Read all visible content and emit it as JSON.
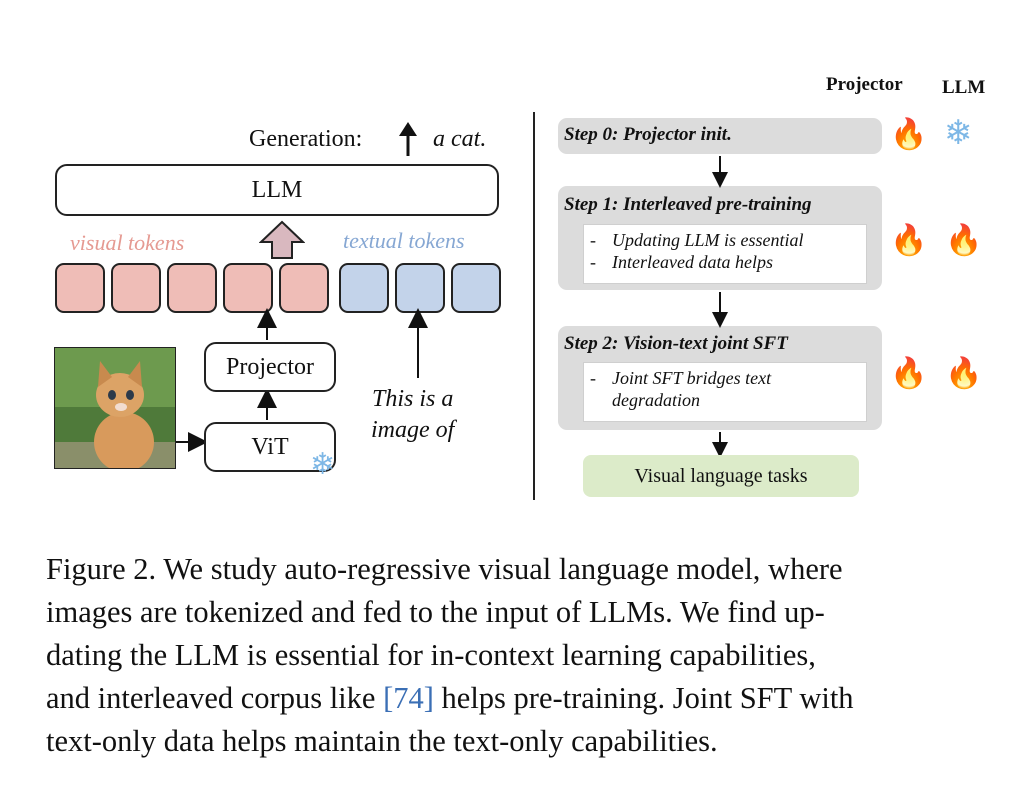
{
  "left": {
    "generation_label": "Generation:",
    "generation_output": "a cat.",
    "llm_label": "LLM",
    "visual_tokens_label": "visual tokens",
    "textual_tokens_label": "textual tokens",
    "projector_label": "Projector",
    "vit_label": "ViT",
    "text_input_line1": "This is a",
    "text_input_line2": "image of",
    "colors": {
      "visual": "#efbdb7",
      "textual": "#c3d3ea",
      "visual_text": "#e59a92",
      "textual_text": "#86a7d3"
    }
  },
  "right": {
    "col_projector": "Projector",
    "col_llm": "LLM",
    "steps": [
      {
        "title": "Step 0: Projector init.",
        "bullets": [],
        "projector_icon": "fire-icon",
        "llm_icon": "snowflake-icon"
      },
      {
        "title": "Step 1: Interleaved pre-training",
        "bullets": [
          "Updating LLM is essential",
          "Interleaved data helps"
        ],
        "projector_icon": "fire-icon",
        "llm_icon": "fire-icon"
      },
      {
        "title": "Step 2: Vision-text joint SFT",
        "bullets": [
          "Joint SFT bridges text degradation"
        ],
        "bullet_lines": [
          "Joint SFT bridges text",
          "degradation"
        ],
        "projector_icon": "fire-icon",
        "llm_icon": "fire-icon"
      }
    ],
    "final_task": "Visual language tasks",
    "final_color": "#dcebc9"
  },
  "caption": {
    "lines": [
      "Figure 2. We study auto-regressive visual language model, where",
      "images are tokenized and fed to the input of LLMs.  We find up-",
      "dating the LLM is essential for in-context learning capabilities,",
      "helps pre-training. Joint SFT with",
      "text-only data helps maintain the text-only capabilities."
    ],
    "line4_prefix": "and interleaved corpus like ",
    "citation": "[74]"
  }
}
